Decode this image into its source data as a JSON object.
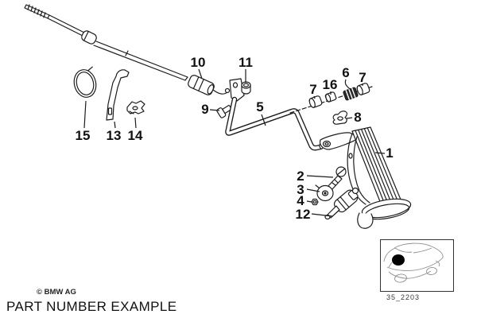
{
  "footer": {
    "copyright": "© BMW AG",
    "caption": "PART NUMBER EXAMPLE"
  },
  "inset": {
    "diagram_code": "35_2203"
  },
  "colors": {
    "line": "#1c1c1c",
    "text": "#111111",
    "inset_line": "#8f8f8f",
    "background": "#ffffff"
  },
  "part_labels": [
    {
      "num": "10"
    },
    {
      "num": "11"
    },
    {
      "num": "9"
    },
    {
      "num": "5"
    },
    {
      "num": "7"
    },
    {
      "num": "16"
    },
    {
      "num": "6"
    },
    {
      "num": "7"
    },
    {
      "num": "8"
    },
    {
      "num": "1"
    },
    {
      "num": "2"
    },
    {
      "num": "3"
    },
    {
      "num": "4"
    },
    {
      "num": "12"
    },
    {
      "num": "15"
    },
    {
      "num": "13"
    },
    {
      "num": "14"
    }
  ]
}
